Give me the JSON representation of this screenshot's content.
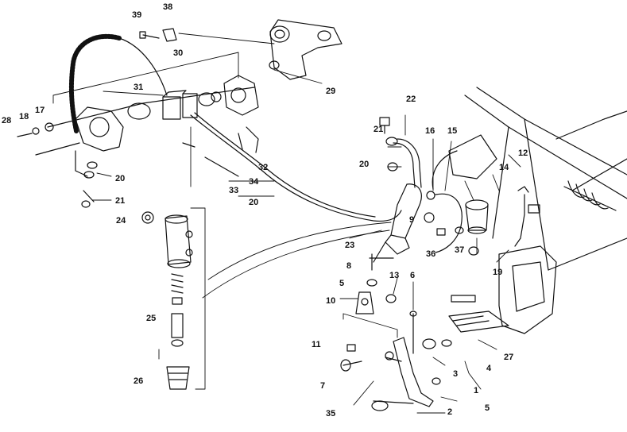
{
  "diagram": {
    "ink_color": "#111111",
    "paper_color": "#ffffff",
    "callouts": {
      "n39": "39",
      "n38": "38",
      "n30": "30",
      "n29": "29",
      "n31": "31",
      "n28": "28",
      "n18": "18",
      "n17": "17",
      "n20a": "20",
      "n21a": "21",
      "n32": "32",
      "n34": "34",
      "n33": "33",
      "n20b": "20",
      "n22": "22",
      "n21b": "21",
      "n16": "16",
      "n15": "15",
      "n20c": "20",
      "n12": "12",
      "n14": "14",
      "n9": "9",
      "n23": "23",
      "n36": "36",
      "n37": "37",
      "n19": "19",
      "n24": "24",
      "n8": "8",
      "n5a": "5",
      "n13": "13",
      "n6": "6",
      "n10": "10",
      "n25": "25",
      "n27": "27",
      "n11": "11",
      "n3": "3",
      "n4": "4",
      "n7": "7",
      "n1": "1",
      "n26": "26",
      "n35": "35",
      "n2": "2",
      "n5b": "5"
    }
  }
}
